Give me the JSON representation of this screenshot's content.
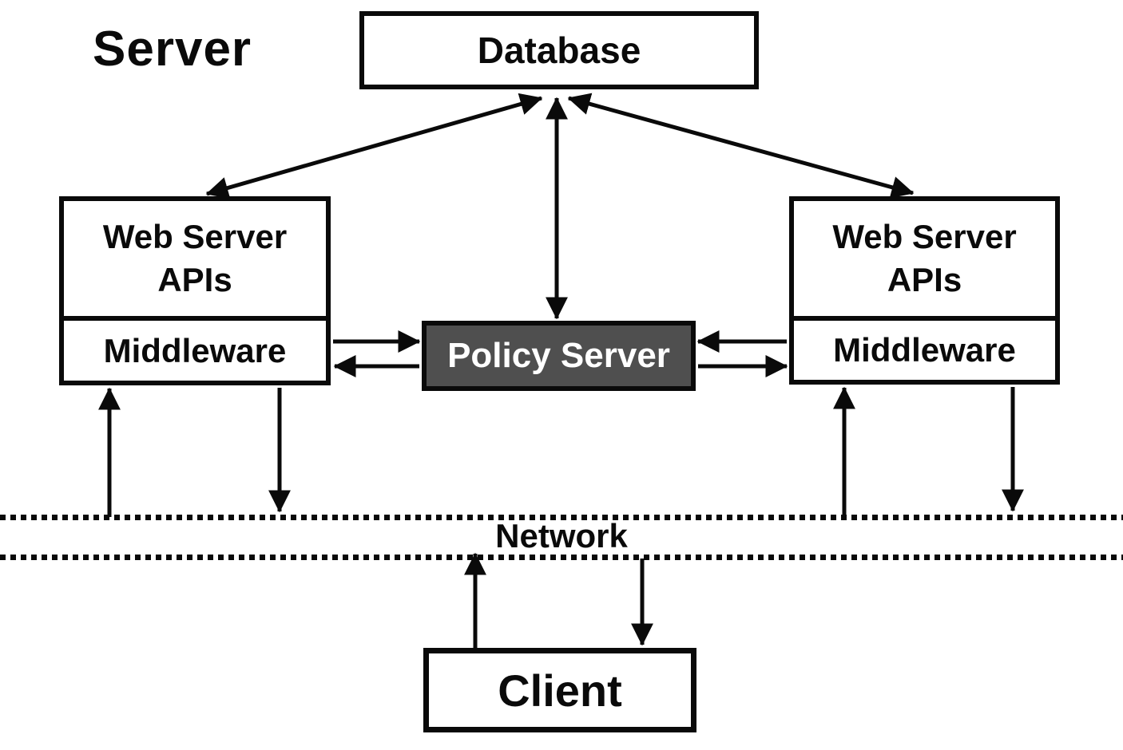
{
  "title": "Server",
  "nodes": {
    "database": {
      "label": "Database"
    },
    "web_left": {
      "api_label": "Web Server APIs",
      "middleware_label": "Middleware"
    },
    "web_right": {
      "api_label": "Web Server APIs",
      "middleware_label": "Middleware"
    },
    "policy": {
      "label": "Policy Server"
    },
    "network": {
      "label": "Network"
    },
    "client": {
      "label": "Client"
    }
  },
  "colors": {
    "line": "#0a0a0a",
    "box_border": "#0a0a0a",
    "box_fill": "#ffffff",
    "policy_fill": "#4f4f4f",
    "policy_text": "#ffffff",
    "background": "#ffffff"
  }
}
